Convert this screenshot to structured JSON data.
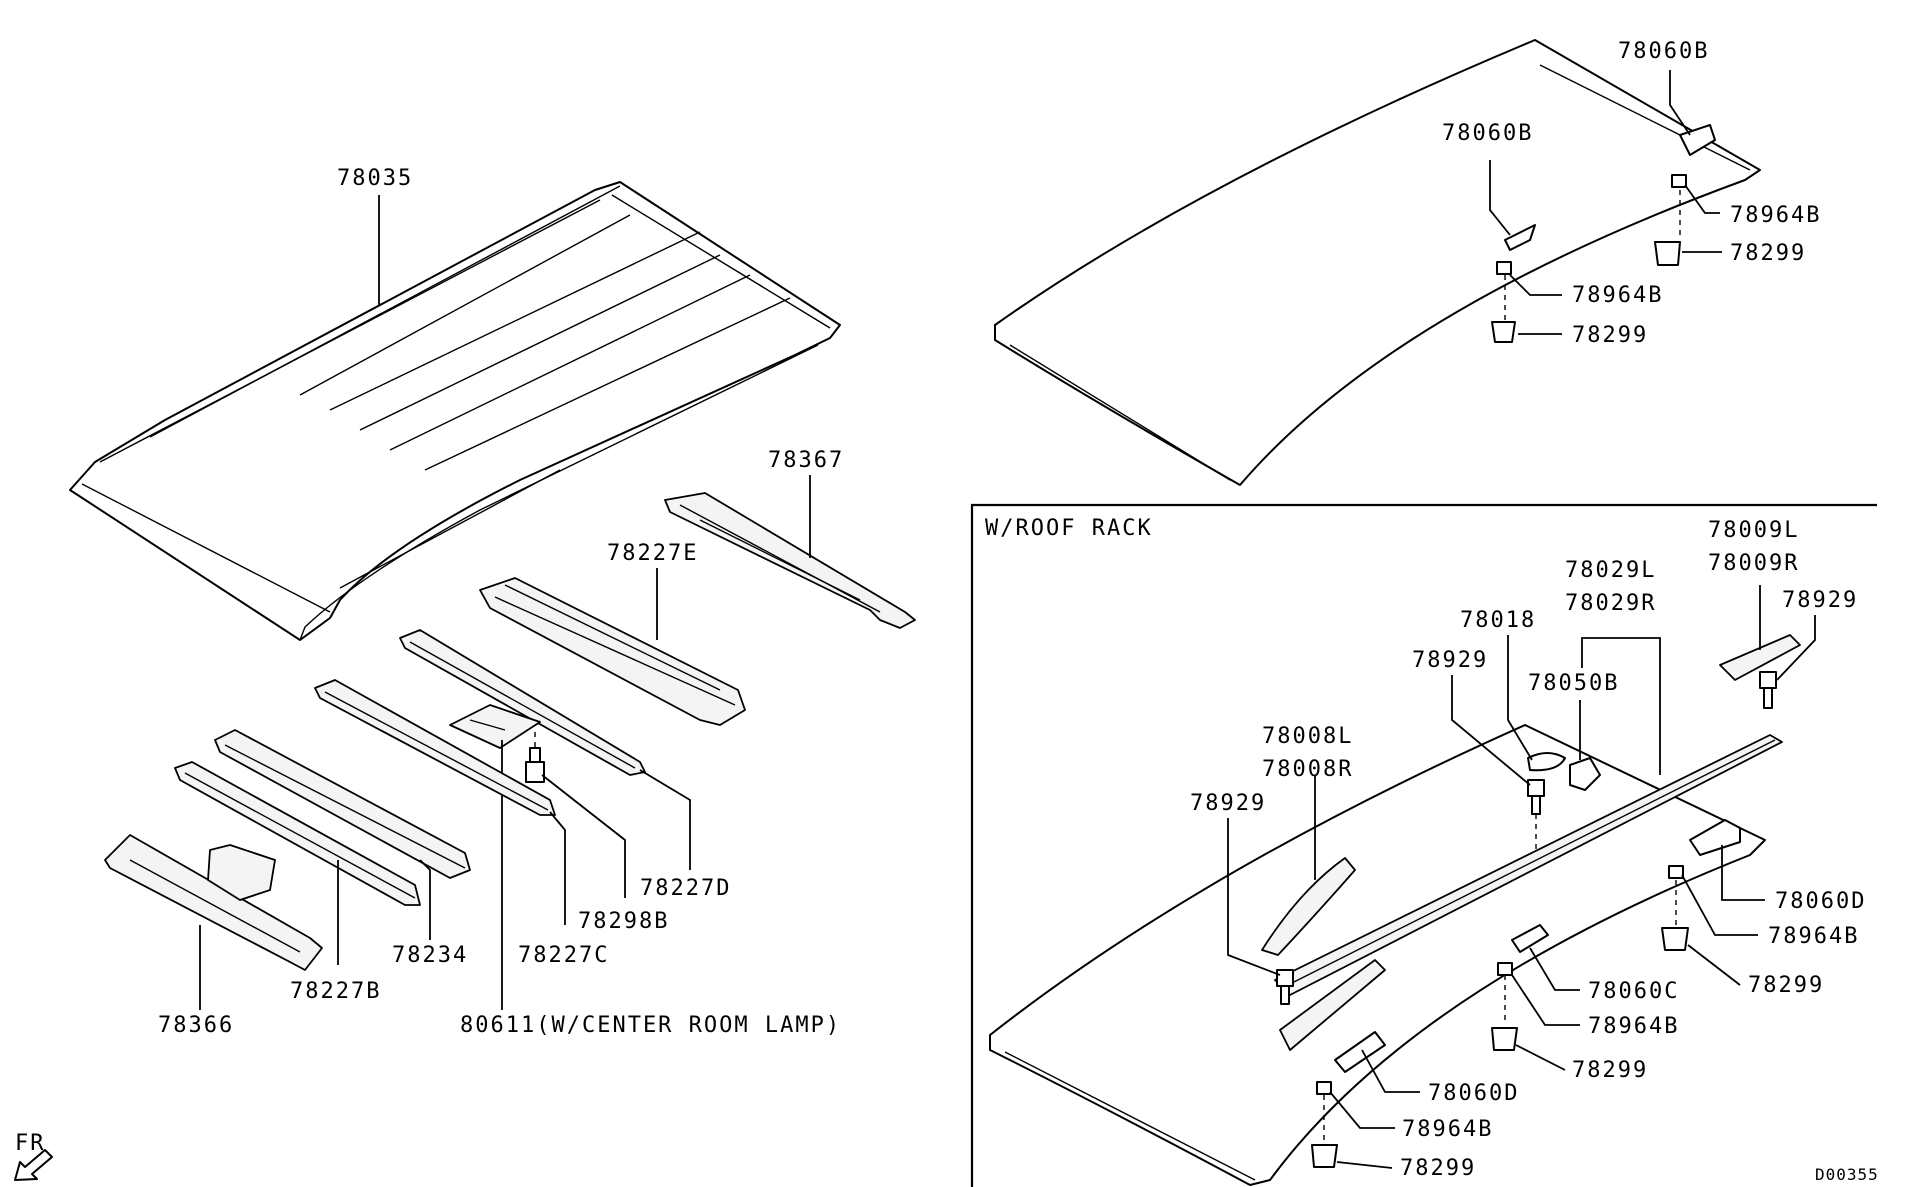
{
  "figure_code": "D00355",
  "direction_label": "FR",
  "inset_title": "W/ROOF RACK",
  "parts": {
    "p78035": "78035",
    "p78367": "78367",
    "p78227E": "78227E",
    "p78227D": "78227D",
    "p78298B": "78298B",
    "p78227C": "78227C",
    "p78234": "78234",
    "p78227B": "78227B",
    "p78366": "78366",
    "p80611": "80611(W/CENTER ROOM LAMP)",
    "top_78060B_a": "78060B",
    "top_78060B_b": "78060B",
    "top_78964B_a": "78964B",
    "top_78964B_b": "78964B",
    "top_78299_a": "78299",
    "top_78299_b": "78299",
    "r_78009L": "78009L",
    "r_78009R": "78009R",
    "r_78029L": "78029L",
    "r_78029R": "78029R",
    "r_78018": "78018",
    "r_78929_a": "78929",
    "r_78929_b": "78929",
    "r_78929_c": "78929",
    "r_78050B": "78050B",
    "r_78008L": "78008L",
    "r_78008R": "78008R",
    "r_78060D_a": "78060D",
    "r_78060D_b": "78060D",
    "r_78060C": "78060C",
    "r_78964B_a": "78964B",
    "r_78964B_b": "78964B",
    "r_78964B_c": "78964B",
    "r_78299_a": "78299",
    "r_78299_b": "78299",
    "r_78299_c": "78299"
  }
}
